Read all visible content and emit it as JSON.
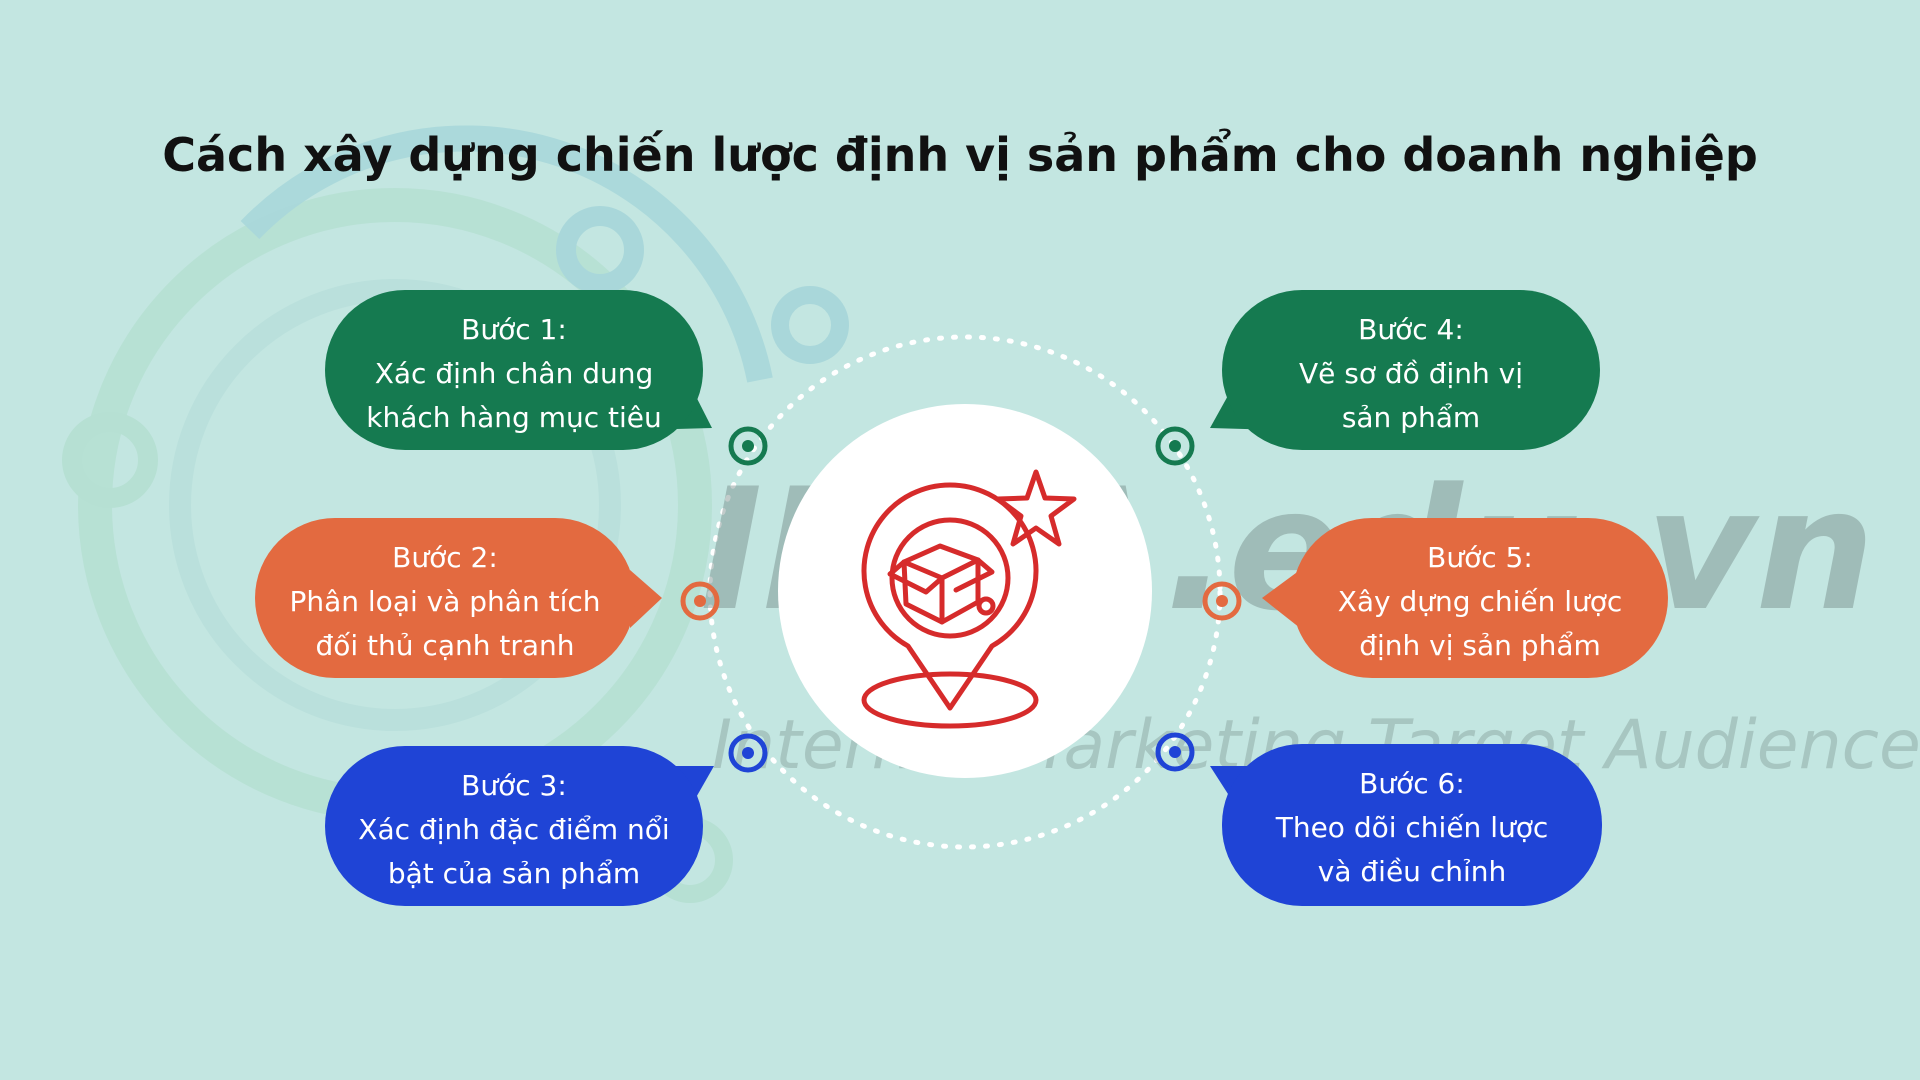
{
  "title": "Cách xây dựng chiến lược định vị sản phẩm cho doanh nghiệp",
  "watermark": {
    "main": "IMTA.edu.vn",
    "sub": "Internet Marketing Target Audience"
  },
  "colors": {
    "background": "#c3e6e1",
    "green": "#157a50",
    "orange": "#e36a40",
    "blue": "#1f44d6",
    "icon_red": "#d62b2b"
  },
  "center_icon": "product-positioning-icon",
  "steps": [
    {
      "label": "Bước 1:",
      "lines": [
        "Xác định chân dung",
        "khách hàng mục tiêu"
      ],
      "color": "#157a50"
    },
    {
      "label": "Bước 2:",
      "lines": [
        "Phân loại và phân tích",
        "đối thủ cạnh tranh"
      ],
      "color": "#e36a40"
    },
    {
      "label": "Bước 3:",
      "lines": [
        "Xác định đặc điểm nổi",
        "bật của sản phẩm"
      ],
      "color": "#1f44d6"
    },
    {
      "label": "Bước 4:",
      "lines": [
        "Vẽ sơ đồ định vị",
        "sản phẩm"
      ],
      "color": "#157a50"
    },
    {
      "label": "Bước 5:",
      "lines": [
        "Xây dựng chiến lược",
        "định vị sản phẩm"
      ],
      "color": "#e36a40"
    },
    {
      "label": "Bước 6:",
      "lines": [
        "Theo dõi chiến lược",
        "và điều chỉnh"
      ],
      "color": "#1f44d6"
    }
  ]
}
